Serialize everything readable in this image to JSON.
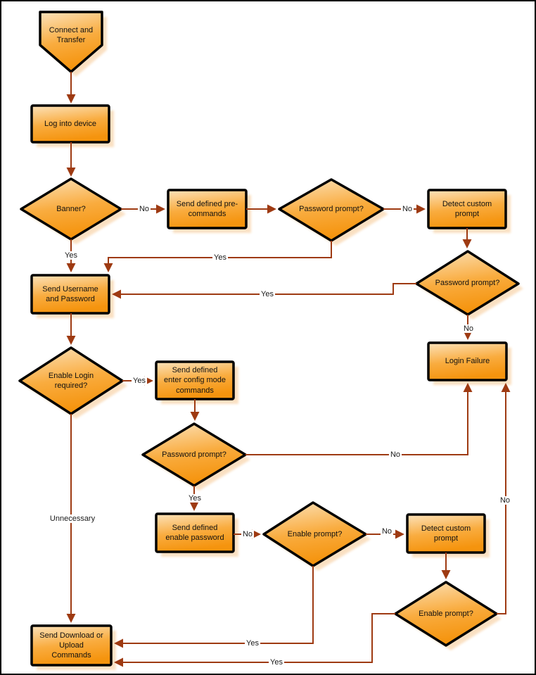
{
  "diagram": {
    "type": "flowchart",
    "colors": {
      "node_fill_light": "#FCE3BC",
      "node_fill_dark": "#F5940E",
      "node_border": "#000000",
      "connector": "#9E3A12",
      "shadow": "#F9D9B4",
      "background": "#FFFFFF"
    },
    "nodes": [
      {
        "id": "start",
        "type": "terminator",
        "label": "Connect and\nTransfer"
      },
      {
        "id": "login",
        "type": "process",
        "label": "Log into device"
      },
      {
        "id": "banner",
        "type": "decision",
        "label": "Banner?"
      },
      {
        "id": "precommands",
        "type": "process",
        "label": "Send defined pre-\ncommands"
      },
      {
        "id": "pwprompt1",
        "type": "decision",
        "label": "Password prompt?"
      },
      {
        "id": "detect1",
        "type": "process",
        "label": "Detect custom\nprompt"
      },
      {
        "id": "pwprompt2",
        "type": "decision",
        "label": "Password prompt?"
      },
      {
        "id": "sendcreds",
        "type": "process",
        "label": "Send Username\nand Password"
      },
      {
        "id": "enablereq",
        "type": "decision",
        "label": "Enable Login\nrequired?"
      },
      {
        "id": "configcmds",
        "type": "process",
        "label": "Send defined\nenter config mode\ncommands"
      },
      {
        "id": "pwprompt3",
        "type": "decision",
        "label": "Password prompt?"
      },
      {
        "id": "loginfailure",
        "type": "process",
        "label": "Login Failure"
      },
      {
        "id": "enablepw",
        "type": "process",
        "label": "Send defined\nenable password"
      },
      {
        "id": "enprompt1",
        "type": "decision",
        "label": "Enable prompt?"
      },
      {
        "id": "detect2",
        "type": "process",
        "label": "Detect custom\nprompt"
      },
      {
        "id": "enprompt2",
        "type": "decision",
        "label": "Enable prompt?"
      },
      {
        "id": "sendtransfer",
        "type": "process",
        "label": "Send Download or\nUpload\nCommands"
      }
    ],
    "edge_labels": [
      {
        "id": "banner-no",
        "text": "No"
      },
      {
        "id": "banner-yes",
        "text": "Yes"
      },
      {
        "id": "pwprompt1-yes",
        "text": "Yes"
      },
      {
        "id": "pwprompt1-no",
        "text": "No"
      },
      {
        "id": "pwprompt2-yes",
        "text": "Yes"
      },
      {
        "id": "pwprompt2-no",
        "text": "No"
      },
      {
        "id": "enablereq-yes",
        "text": "Yes"
      },
      {
        "id": "pwprompt3-no",
        "text": "No"
      },
      {
        "id": "pwprompt3-yes",
        "text": "Yes"
      },
      {
        "id": "enablepw-no",
        "text": "No"
      },
      {
        "id": "enprompt1-no",
        "text": "No"
      },
      {
        "id": "enprompt2-no",
        "text": "No"
      },
      {
        "id": "enablereq-unnecessary",
        "text": "Unnecessary"
      },
      {
        "id": "enprompt1-yes",
        "text": "Yes"
      },
      {
        "id": "enprompt2-yes",
        "text": "Yes"
      }
    ]
  }
}
